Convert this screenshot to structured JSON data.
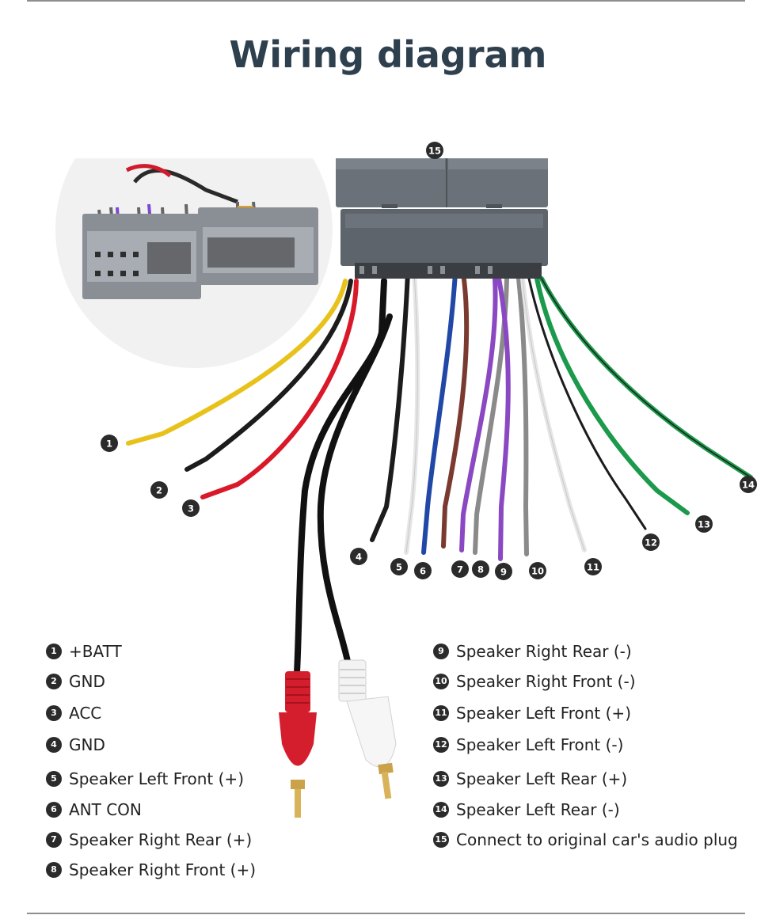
{
  "title": "Wiring diagram",
  "colors": {
    "title": "#2e3f4e",
    "badge": "#2b2b2b",
    "connector": "#6b7178",
    "wire_yellow": "#e8c21a",
    "wire_black": "#1c1c1c",
    "wire_red": "#d9192a",
    "wire_white": "#f2f2f2",
    "wire_blue": "#2148a6",
    "wire_brown": "#7a3a30",
    "wire_purple": "#8a48c2",
    "wire_gray": "#8a8a8a",
    "wire_green": "#1a9a4a"
  },
  "callouts": [
    "1",
    "2",
    "3",
    "4",
    "5",
    "6",
    "7",
    "8",
    "9",
    "10",
    "11",
    "12",
    "13",
    "14",
    "15"
  ],
  "legend": [
    {
      "num": "1",
      "label": "+BATT"
    },
    {
      "num": "2",
      "label": "GND"
    },
    {
      "num": "3",
      "label": "ACC"
    },
    {
      "num": "4",
      "label": "GND"
    },
    {
      "num": "5",
      "label": "Speaker Left Front (+)"
    },
    {
      "num": "6",
      "label": "ANT CON"
    },
    {
      "num": "7",
      "label": "Speaker Right Rear (+)"
    },
    {
      "num": "8",
      "label": "Speaker Right Front (+)"
    },
    {
      "num": "9",
      "label": "Speaker Right Rear (-)"
    },
    {
      "num": "10",
      "label": "Speaker Right Front (-)"
    },
    {
      "num": "11",
      "label": "Speaker Left Front (+)"
    },
    {
      "num": "12",
      "label": "Speaker Left Front (-)"
    },
    {
      "num": "13",
      "label": "Speaker Left Rear (+)"
    },
    {
      "num": "14",
      "label": "Speaker Left Rear (-)"
    },
    {
      "num": "15",
      "label": "Connect to original car's audio plug"
    }
  ]
}
